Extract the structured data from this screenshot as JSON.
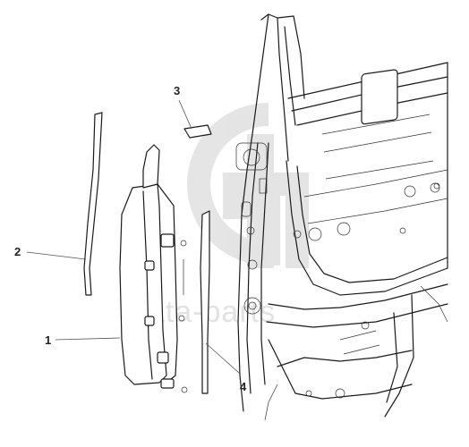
{
  "callouts": [
    {
      "id": "1",
      "label": "1"
    },
    {
      "id": "2",
      "label": "2"
    },
    {
      "id": "3",
      "label": "3"
    },
    {
      "id": "4",
      "label": "4"
    }
  ],
  "watermark": {
    "text": "data-parts"
  },
  "colors": {
    "line": "#1a1a1a",
    "watermark": "#cfcfcf",
    "background": "#ffffff"
  }
}
